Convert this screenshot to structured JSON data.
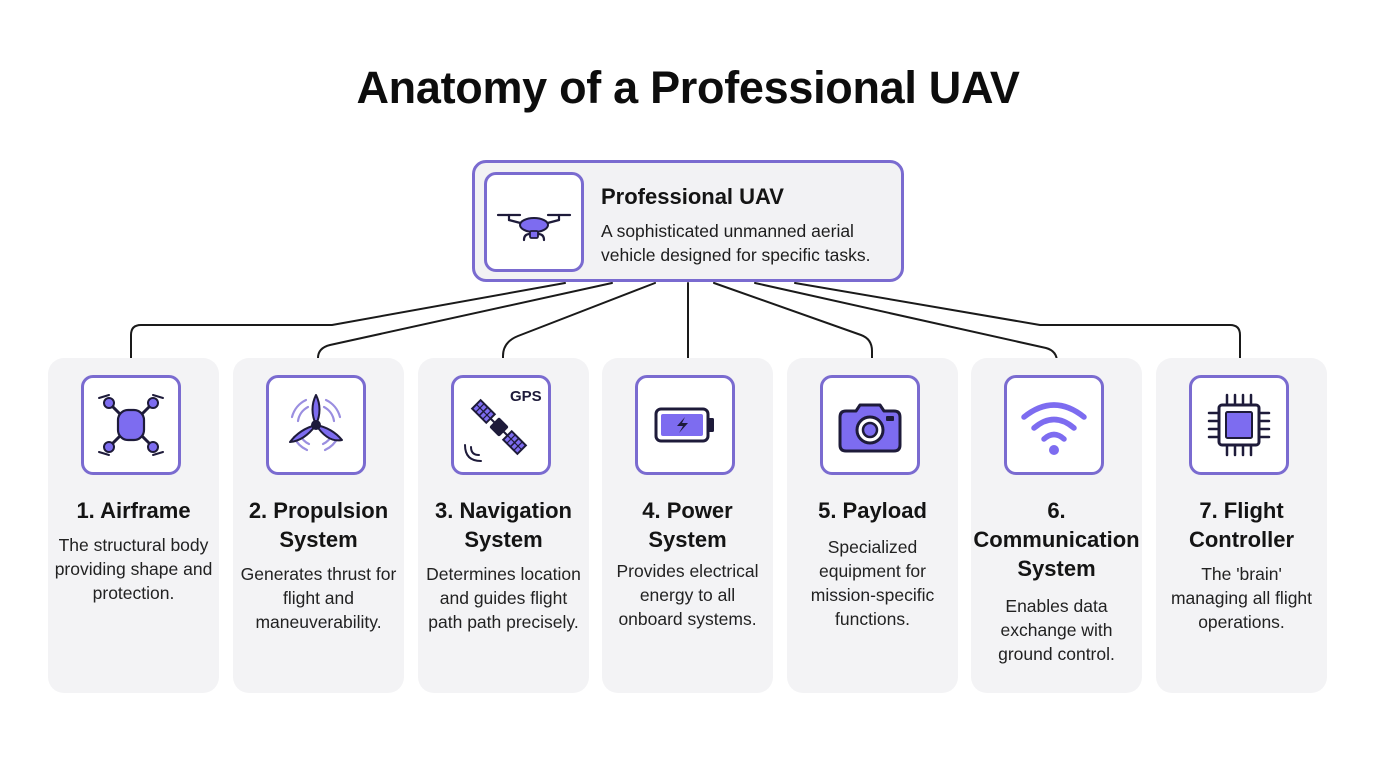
{
  "title": "Anatomy of a Professional UAV",
  "colors": {
    "accent": "#7a6bd0",
    "icon_fill": "#7d6cf0",
    "icon_stroke": "#1e1b3a",
    "card_bg": "#f3f3f5",
    "connector": "#1a1a1a"
  },
  "root": {
    "icon": "drone-icon",
    "title": "Professional UAV",
    "description": "A sophisticated unmanned aerial vehicle designed for specific tasks."
  },
  "components": [
    {
      "icon": "airframe-drone-icon",
      "title": "1. Airframe",
      "description": "The structural body providing shape and protection."
    },
    {
      "icon": "propeller-icon",
      "title": "2. Propulsion System",
      "description": "Generates thrust for flight and maneuverability."
    },
    {
      "icon": "gps-satellite-icon",
      "icon_text": "GPS",
      "title": "3. Navigation System",
      "description": "Determines location and guides flight path path precisely."
    },
    {
      "icon": "battery-icon",
      "title": "4. Power System",
      "description": "Provides electrical energy to all onboard systems."
    },
    {
      "icon": "camera-icon",
      "title": "5. Payload",
      "description": "Specialized equipment for mission-specific functions."
    },
    {
      "icon": "wifi-icon",
      "title": "6. Communication System",
      "description": "Enables data exchange with ground control."
    },
    {
      "icon": "microchip-icon",
      "title": "7. Flight Controller",
      "description": "The 'brain' managing all flight operations."
    }
  ]
}
